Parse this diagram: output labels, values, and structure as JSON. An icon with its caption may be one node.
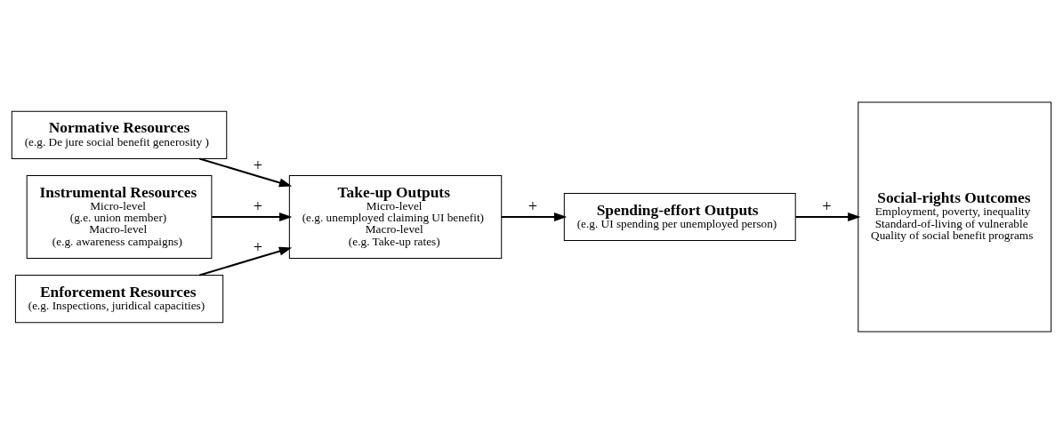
{
  "diagram": {
    "nodes": [
      {
        "text": [
          "Normative Resources",
          "(e.g. De jure social benefit generosity )"
        ]
      },
      {
        "text": [
          "Instrumental Resources",
          "Micro-level",
          "(g.e. union member)",
          "Macro-level",
          "(e.g. awareness campaigns)"
        ]
      },
      {
        "text": [
          "Enforcement Resources",
          "(e.g. Inspections, juridical capacities)"
        ]
      },
      {
        "text": [
          "Take-up Outputs",
          "Micro-level",
          "(e.g. unemployed claiming UI benefit)",
          "Macro-level",
          "(e.g. Take-up rates)"
        ]
      },
      {
        "text": [
          "Spending-effort Outputs",
          "(e.g. UI spending per unemployed person)"
        ]
      },
      {
        "text": [
          "Social-rights Outcomes",
          "Employment, poverty, inequality",
          "Standard-of-living of vulnerable",
          "Quality of social benefit programs"
        ]
      }
    ],
    "edges": [
      {
        "from": 0,
        "to": 3,
        "arrow": "to",
        "label": "+"
      },
      {
        "from": 1,
        "to": 3,
        "arrow": "to",
        "label": "+"
      },
      {
        "from": 2,
        "to": 3,
        "arrow": "to",
        "label": "+"
      },
      {
        "from": 3,
        "to": 4,
        "arrow": "to",
        "label": "+"
      },
      {
        "from": 4,
        "to": 5,
        "arrow": "to",
        "label": "+"
      }
    ]
  }
}
